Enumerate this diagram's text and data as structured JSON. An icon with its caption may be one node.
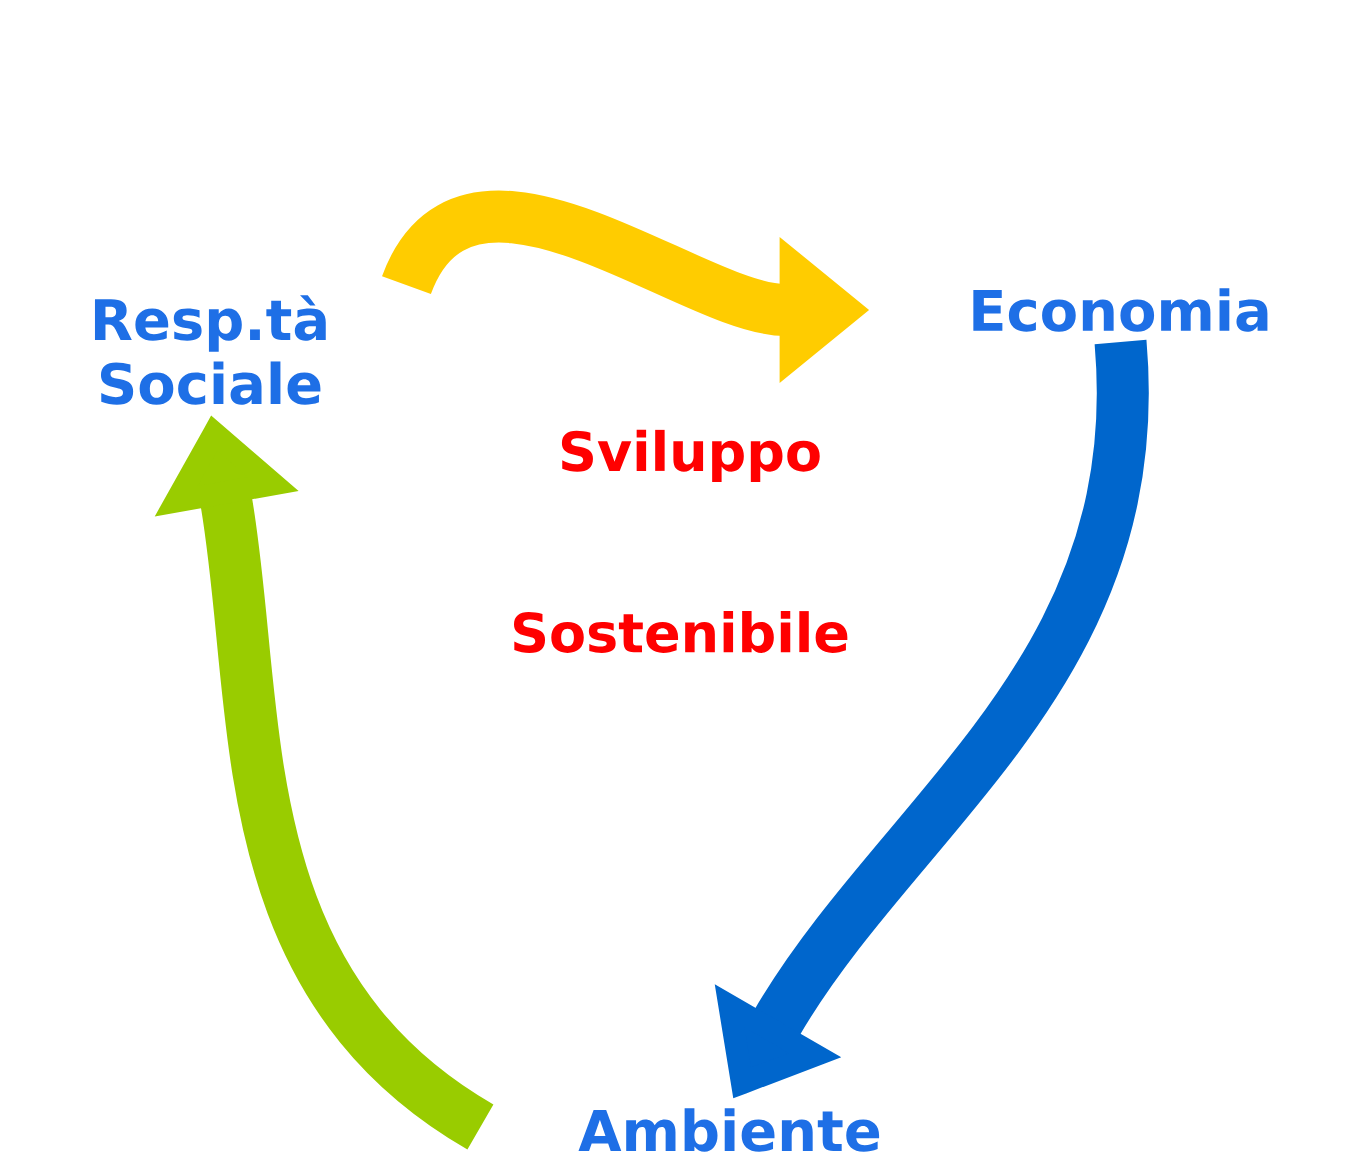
{
  "diagram": {
    "nodes": [
      {
        "text": [
          "Resp.tà Sociale"
        ]
      },
      {
        "text": [
          "Economia"
        ]
      },
      {
        "text": [
          "Ambiente"
        ]
      }
    ],
    "edges": [
      {
        "from": 0,
        "to": 1,
        "arrow": "to",
        "color": "#ffcc00"
      },
      {
        "from": 1,
        "to": 2,
        "arrow": "to",
        "color": "#0066cc"
      },
      {
        "from": 2,
        "to": 0,
        "arrow": "to",
        "color": "#99cc00"
      }
    ],
    "labels": [
      "Sviluppo",
      "Sostenibile"
    ]
  }
}
